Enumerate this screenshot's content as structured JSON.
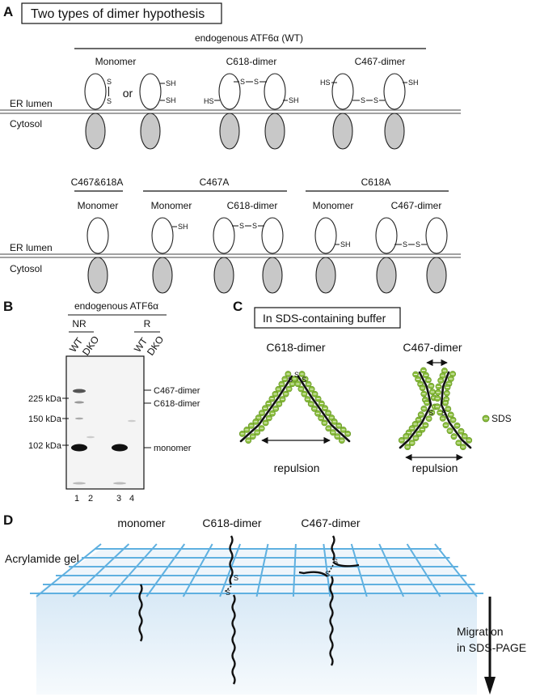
{
  "panel_a": {
    "letter": "A",
    "title": "Two types of dimer hypothesis",
    "wt_header": "endogenous ATF6α (WT)",
    "top_groups": [
      "Monomer",
      "C618-dimer",
      "C467-dimer"
    ],
    "or_text": "or",
    "mutant_headers": [
      "C467&618A",
      "C467A",
      "C618A"
    ],
    "bottom_groups": [
      "Monomer",
      "Monomer",
      "C618-dimer",
      "Monomer",
      "C467-dimer"
    ],
    "er_lumen": "ER lumen",
    "cytosol": "Cytosol",
    "sh": "SH",
    "hs": "HS",
    "s": "S"
  },
  "panel_b": {
    "letter": "B",
    "header": "endogenous ATF6α",
    "conditions": [
      "NR",
      "R"
    ],
    "lanes": [
      "WT",
      "DKO",
      "WT",
      "DKO"
    ],
    "lane_numbers": [
      "1",
      "2",
      "3",
      "4"
    ],
    "markers": [
      "225 kDa",
      "150 kDa",
      "102 kDa"
    ],
    "band_labels": [
      "C467-dimer",
      "C618-dimer",
      "monomer"
    ]
  },
  "panel_c": {
    "letter": "C",
    "title": "In SDS-containing buffer",
    "dimers": [
      "C618-dimer",
      "C467-dimer"
    ],
    "repulsion": "repulsion",
    "legend": "SDS",
    "colors": {
      "sds_fill": "#8cbf3f",
      "sds_stroke": "#5f8f1e"
    }
  },
  "panel_d": {
    "letter": "D",
    "labels": [
      "monomer",
      "C618-dimer",
      "C467-dimer"
    ],
    "gel": "Acrylamide gel",
    "migration_line1": "Migration",
    "migration_line2": "in SDS-PAGE",
    "colors": {
      "grid": "#5fb0e0",
      "gel_top": "#eef5fb",
      "gel_body": "#dcebf7"
    }
  }
}
